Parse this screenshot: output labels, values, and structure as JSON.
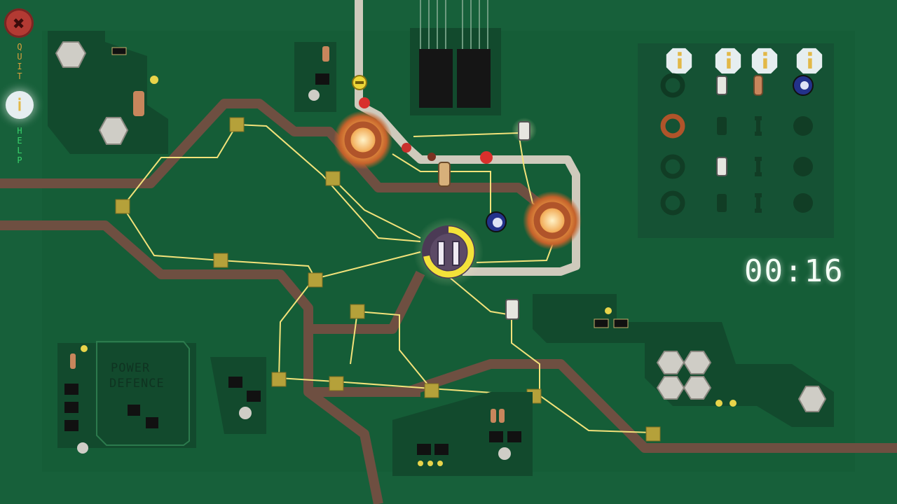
{
  "hud": {
    "quit_letters": [
      "Q",
      "U",
      "I",
      "T"
    ],
    "help_letters": [
      "H",
      "E",
      "L",
      "P"
    ],
    "quit_icon": "close-icon",
    "help_icon": "info-icon",
    "timer": "00:16",
    "pause_icon": "pause-icon",
    "pause_progress": 0.72
  },
  "board_labels": {
    "power_defence_line1": "POWER",
    "power_defence_line2": "DEFENCE"
  },
  "palette": {
    "header_icons": [
      "info-icon",
      "info-icon",
      "info-icon",
      "info-icon"
    ],
    "columns": [
      "toroid",
      "capacitor",
      "resistor",
      "disc"
    ],
    "rows": [
      [
        "available",
        "available",
        "available",
        "available"
      ],
      [
        "active",
        "empty",
        "empty",
        "empty"
      ],
      [
        "empty",
        "available",
        "empty",
        "empty"
      ],
      [
        "empty",
        "empty",
        "empty",
        "empty"
      ]
    ]
  },
  "colors": {
    "board": "#17603a",
    "board_dark": "#145a35",
    "track": "#6e4f41",
    "trace_lit": "#f2e27a",
    "node": "#b5a13a",
    "fire": "#e7953a",
    "timer": "#f4fff6"
  }
}
